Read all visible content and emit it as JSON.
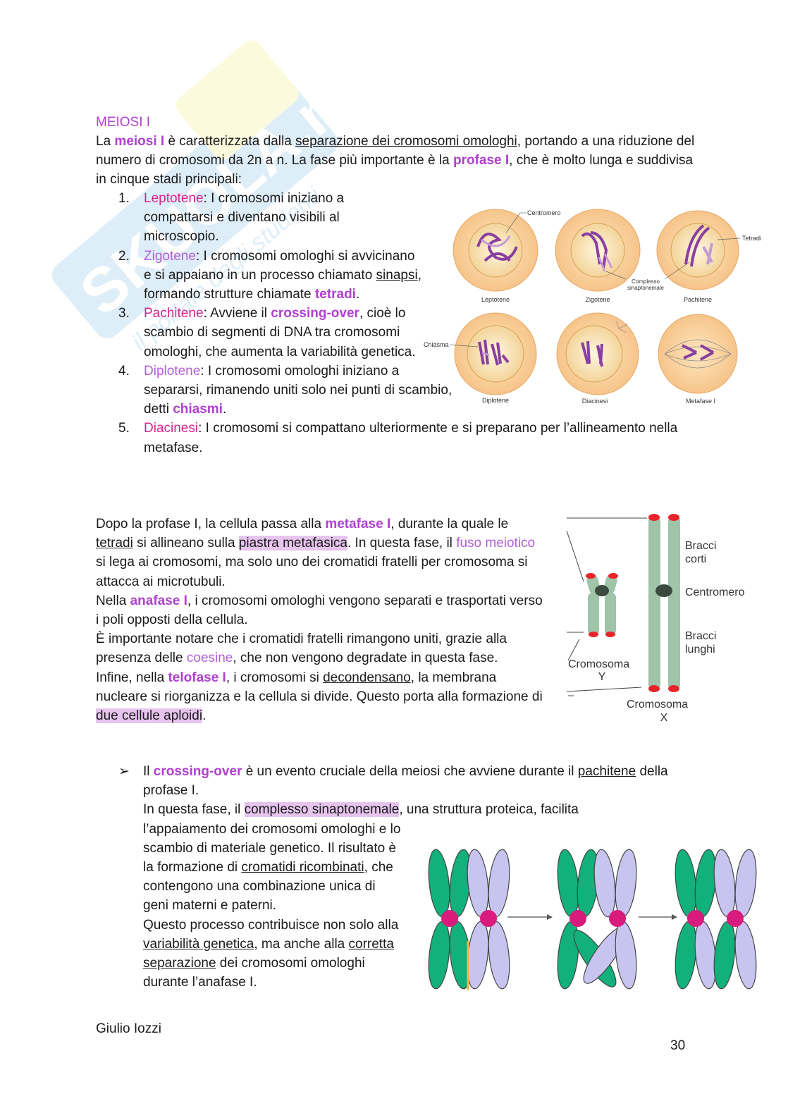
{
  "watermark": {
    "brand": "SKUOLA.net",
    "tagline": "il portale degli studenti"
  },
  "section_title": "MEIOSI I",
  "intro": {
    "t1": "La ",
    "meiosi": "meiosi I",
    "t2": " è caratterizzata dalla ",
    "separazione": "separazione dei cromosomi omologhi",
    "t3": ", portando a una riduzione del numero di cromosomi da 2n a n. La fase più importante è la ",
    "profase": "profase I",
    "t4": ", che è molto lunga e suddivisa in cinque stadi principali:"
  },
  "stages": [
    {
      "num": "1.",
      "name": "Leptotene",
      "text": ": I cromosomi iniziano a compattarsi e diventano visibili al microscopio."
    },
    {
      "num": "2.",
      "name": "Zigotene",
      "t1": ": I cromosomi omologhi si avvicinano e si appaiano in un processo chiamato ",
      "sinapsi": "sinapsi",
      "t2": ", formando strutture chiamate ",
      "tetradi": "tetradi",
      "t3": "."
    },
    {
      "num": "3.",
      "name": "Pachitene",
      "t1": ": Avviene il ",
      "crossing": "crossing-over",
      "t2": ", cioè lo scambio di segmenti di DNA tra cromosomi omologhi, che aumenta la variabilità genetica."
    },
    {
      "num": "4.",
      "name": "Diplotene",
      "t1": ": I cromosomi omologhi iniziano a separarsi, rimanendo uniti solo nei punti di scambio, detti ",
      "chiasmi": "chiasmi",
      "t2": "."
    },
    {
      "num": "5.",
      "name": "Diacinesi",
      "text": ": I cromosomi si compattano ulteriormente e si preparano per l’allineamento nella metafase."
    }
  ],
  "fig1": {
    "top_labels": [
      "Leptotene",
      "Zigotene",
      "Pachitene"
    ],
    "bottom_labels": [
      "Diplotene",
      "Diacinesi",
      "Metafase I"
    ],
    "centromero": "Centromero",
    "tetradi": "Tetradi",
    "complesso_1": "Complesso",
    "complesso_2": "sinaptonemale",
    "chiasma": "Chiasma"
  },
  "fig2": {
    "bracci_corti_1": "Bracci",
    "bracci_corti_2": "corti",
    "centromero": "Centromero",
    "bracci_lunghi_1": "Bracci",
    "bracci_lunghi_2": "lunghi",
    "crom_y_1": "Cromosoma",
    "crom_y_2": "Y",
    "crom_x_1": "Cromosoma",
    "crom_x_2": "X"
  },
  "para2": {
    "t1": "Dopo la profase I, la cellula passa alla ",
    "metafase": "metafase I",
    "t2": ", durante la quale le ",
    "tetradi": "tetradi",
    "t3": " si allineano sulla ",
    "piastra": "piastra metafasica",
    "t4": ". In questa fase, il ",
    "fuso": "fuso meiotico",
    "t5": " si lega ai cromosomi, ma solo uno dei cromatidi fratelli per cromosoma si attacca ai microtubuli.",
    "t6": "Nella ",
    "anafase": "anafase I",
    "t7": ", i cromosomi omologhi vengono separati e trasportati verso i poli opposti della cellula.",
    "t8": "È importante notare che i cromatidi fratelli rimangono uniti, grazie alla presenza delle ",
    "coesine": "coesine",
    "t9": ", che non vengono degradate in questa fase.",
    "t10": "Infine, nella ",
    "telofase": "telofase I",
    "t11": ", i cromosomi si ",
    "decondensano": "decondensano",
    "t12": ", la membrana nucleare si riorganizza e la cellula si divide. Questo porta alla formazione di ",
    "aploidi": "due cellule aploidi",
    "t13": "."
  },
  "crossing": {
    "arrow": "➢",
    "t1": "Il ",
    "co": "crossing-over",
    "t2": " è un evento cruciale della meiosi che avviene durante il ",
    "pachitene": "pachitene",
    "t3": " della profase I.",
    "t4": "In questa fase, il ",
    "complesso": "complesso sinaptonemale",
    "t5": ", una struttura proteica, facilita",
    "t6": "l’appaiamento dei cromosomi omologhi e lo scambio di materiale genetico. Il risultato è la formazione di ",
    "cromatidi": "cromatidi ricombinati",
    "t7": ", che contengono una combinazione unica di geni materni e paterni.",
    "t8": "Questo processo contribuisce non solo alla ",
    "variabilita": "variabilità genetica",
    "t9": ", ma anche alla ",
    "corretta": "corretta separazione",
    "t10": " dei cromosomi omologhi durante l’anafase I."
  },
  "author": "Giulio Iozzi",
  "page_number": "30",
  "colors": {
    "magenta": "#b040cf",
    "pink": "#d6258e",
    "highlight": "#e6c4ee",
    "green": "#12b07a",
    "lavender": "#c8c4f0",
    "centromere": "#d81b7c"
  }
}
